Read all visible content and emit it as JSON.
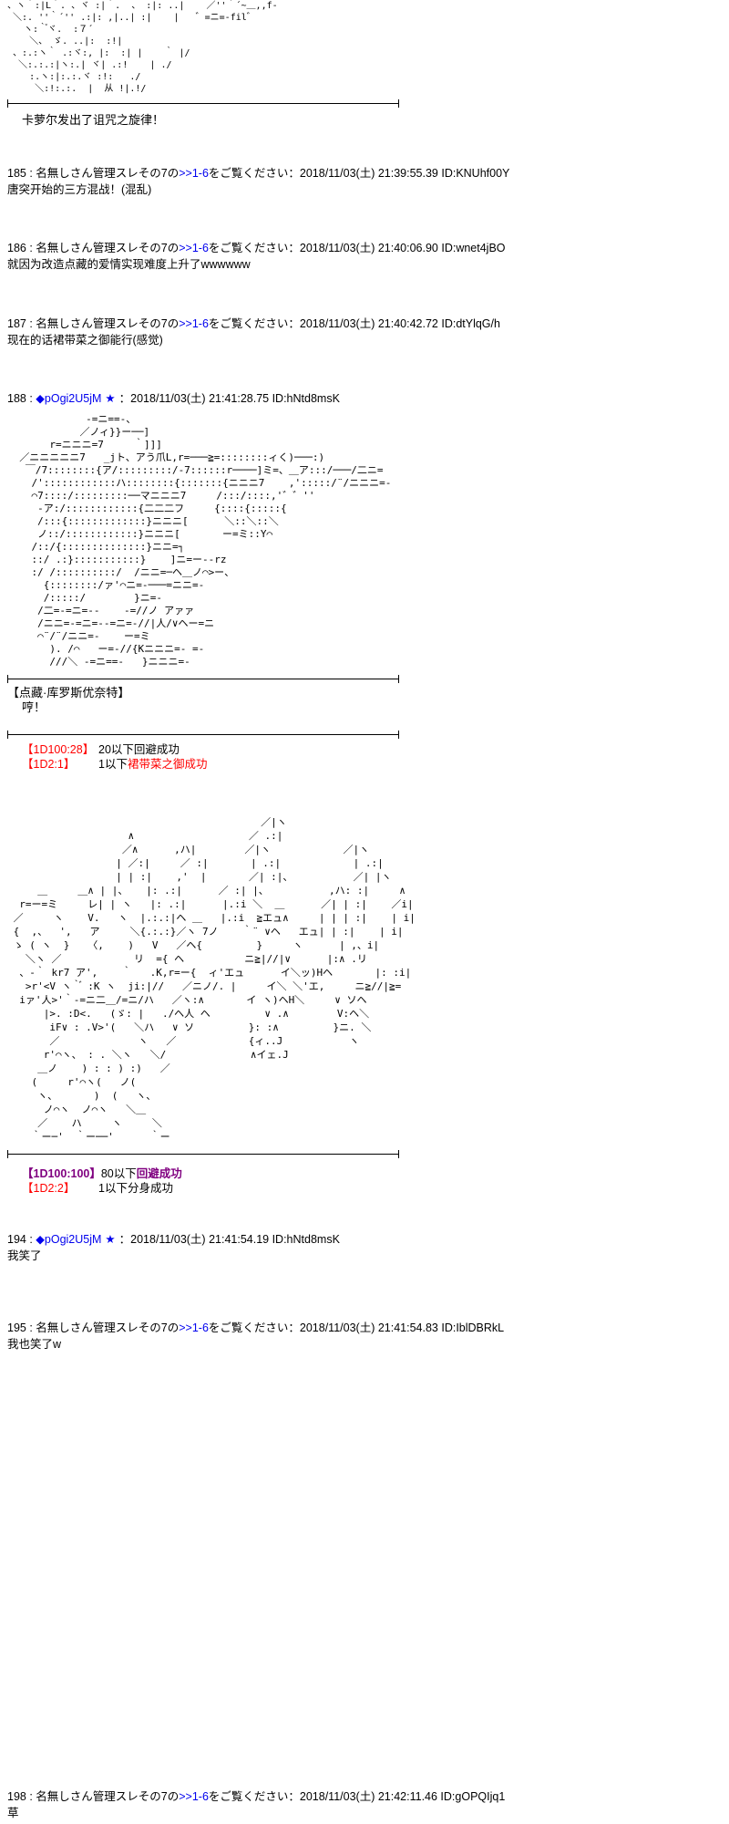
{
  "colors": {
    "accent_blue": "#0000ee",
    "dice_red": "#ff0000",
    "dice_purple": "#800080"
  },
  "aa_top": {
    "text": "、ヽ｀:|L｀. 、ヾ :|｀.  、 :|: ..|    ／''｀´~＿,,f-\n ＼:. ''｀´'' .:|: ,|..| :|    |   ゛=ニ=-fil゛\n   ヽ:｀゙ヾ.  :７´\n    ＼、 ゞ. ..|:  :!|\n 、:.:ヽ｀ .:ヾ:, |:  :| |    ｀ |/\n  ＼:.:.:|ヽ:.| ヾ| .:!    | ./\n    :.ヽ:|:.:.ヾ :!:   ./\n     ＼:!:.:.  |  从 !|.!/"
  },
  "narration": {
    "caption": "卡萝尔发出了诅咒之旋律！"
  },
  "aa_character": {
    "text": "             -=ニ==-、\n            ／ノィ}}ー──]\n       r=ニニニ=7     ｀]]]\n  ／ニニニニニ7   _jト、アう爪L,r=───≧=::::::::ィく)───:)\n   ￣/7::::::::{ア/:::::::::/‐7::::::r────]ミ=、＿ア:::/───/二ニ=\n    /'::::::::::::ハ::::::::{:::::::{ニニニ7    ,':::::/¨/ニニニ=-\n    ⌒7::::/:::::::::──マニニニ7     /:::/::::,'゛゛''\n     ‐ア:/::::::::::::{二二二フ     {::::{:::::{\n     /:::{:::::::::::::}ニニニ[      ＼::＼::＼\n     ノ::/::::::::::::}ニニニ[       ー=ミ::Y⌒\n    /::/{::::::::::::::}ニニ=┐\n    ::/ .:}:::::::::::}    ]ニ=ー--rz\n    :/ /::::::::::/  /ニニ=─ヘ＿ノ⌒>ー、\n      {::::::::/ァ'⌒ニ=-───=ニニ=-\n      /:::::/        }ニ=-\n     /二=-=ニ=‐-    -=//ノ アァァ\n     /ニニ=-=ニ=‐-=ニ=-//|人/∨ヘー=ニ\n     ⌒¨/¨/ニニ=-    ー=ミ\n       ). /⌒   ー=‐//{Kニニニ=- =-\n       ///＼ -=ニ==-   }ニニニ=-"
  },
  "character_card": {
    "name": "【点藏·库罗斯优奈特】",
    "line": "哼！"
  },
  "dice_block_1": {
    "roll1": "【1D100:28】",
    "text1": "20以下回避成功",
    "roll2": "【1D2:1】",
    "text2_plain": "1以下",
    "text2_red": "裙带菜之御成功"
  },
  "aa_battle": {
    "text": "                                          ／|ヽ\n                    ∧                   ／ .:|\n                   ／∧      ,ハ|        ／|ヽ            ／|ヽ\n                  | ／:|     ／ :|       | .:|            | .:|\n                  | | :|    ,'  |       ／| :|、          ／| |ヽ\n     ＿     ＿∧ | |、   |: .:|      ／ :| |、          ,ハ: :|     ∧\n  r=ー=ミ     レ| | ヽ   |: .:|      |.:i ＼  ＿      ／| | :|    ／i|\n ／     ヽ    V.   ヽ  |.:.:|ヘ ＿   |.:i  ≧エュ∧     | | | :|    | i|\n {  ,、  ',   ア     ＼{.:.:}／ヽ 7ノ    ｀¨ ∨ヘ   エュ| | :|    | i|\n ゝ ( ヽ  }   〈,    )   V   ／ヘ{         }     ヽ      | ,、i|\n   ＼ヽ ／            リ  ={ ヘ          ニ≧|//|∨      |:∧ .リ\n  、-｀ kr7 ア',    ｀   .K,r=ー{  ィ'エュ      イ＼ッ)Hヘ       |: :i|\n   >r'<V ヽ｀゙ :K ヽ  ji:|//   ／ニノ/. |     イ＼ ＼'エ,     ニ≧//|≧=\n  iァ'人>'｀-=ニ二＿/=ニ/ハ   ／ヽ:∧       イ ヽ)ヘH＼     ∨ ソヘ\n      |>. :D<.   (ゞ: |   ./ヘ人 ヘ         ∨ .∧        V:ヘ＼\n       iF∨ : .V>'(   ＼ハ   ∨ ソ         }: :∧         }ニ. ＼\n       ／             ヽ   ／            {ィ..J           ヽ\n      r'⌒ヽ、 : . ＼ヽ   ＼/              ∧イェ.J\n     ＿ノ    ) : : ) :)   ／\n    (     r'⌒ヽ(   ノ(\n     ヽ、      )  (   ヽ、\n      ノ⌒ヽ  ノ⌒ヽ   ＼＿\n     ／    ハ     ヽ     ＼\n    ｀ー─'  ｀ー──'      ｀ー"
  },
  "dice_block_2": {
    "roll1": "【1D100:100】",
    "text1_plain": "80以下",
    "text1_purple": "回避成功",
    "roll2": "【1D2:2】",
    "text2": "1以下分身成功"
  },
  "posts": {
    "p185": {
      "header_pre": "185 : 名無しさん管理スレその7の",
      "anchor": ">>1-6",
      "header_post": "をご覧ください：2018/11/03(土) 21:39:55.39 ID:KNUhf00Y",
      "body": "唐突开始的三方混战！(混乱)"
    },
    "p186": {
      "header_pre": "186 : 名無しさん管理スレその7の",
      "anchor": ">>1-6",
      "header_post": "をご覧ください：2018/11/03(土) 21:40:06.90 ID:wnet4jBO",
      "body": "就因为改造点藏的爱情实现难度上升了wwwwww"
    },
    "p187": {
      "header_pre": "187 : 名無しさん管理スレその7の",
      "anchor": ">>1-6",
      "header_post": "をご覧ください：2018/11/03(土) 21:40:42.72 ID:dtYlqG/h",
      "body": "现在的话裙带菜之御能行(感觉)"
    },
    "p188": {
      "header_pre": "188 : ",
      "trip": "◆pOgi2U5jM",
      "star": "★",
      "header_post": "：2018/11/03(土) 21:41:28.75 ID:hNtd8msK"
    },
    "p194": {
      "header_pre": "194 : ",
      "trip": "◆pOgi2U5jM",
      "star": "★",
      "header_post": "：2018/11/03(土) 21:41:54.19 ID:hNtd8msK",
      "body": "我笑了"
    },
    "p195": {
      "header_pre": "195 : 名無しさん管理スレその7の",
      "anchor": ">>1-6",
      "header_post": "をご覧ください：2018/11/03(土) 21:41:54.83 ID:IblDBRkL",
      "body": "我也笑了w"
    },
    "p198": {
      "header_pre": "198 : 名無しさん管理スレその7の",
      "anchor": ">>1-6",
      "header_post": "をご覧ください：2018/11/03(土) 21:42:11.46 ID:gOPQIjq1",
      "body": "草"
    }
  }
}
